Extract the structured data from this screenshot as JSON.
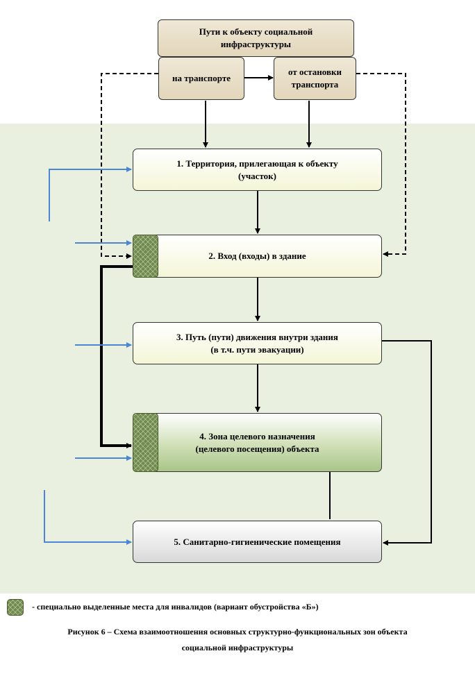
{
  "boxes": {
    "paths": "Пути к объекту социальной\nинфраструктуры",
    "by_transport": "на транспорте",
    "from_stop": "от остановки\nтранспорта",
    "zone1": "1. Территория,  прилегающая  к объекту\n(участок)",
    "zone2": "2. Вход (входы) в здание",
    "zone3": "3. Путь (пути)  движения  внутри  здания\n(в т.ч.  пути  эвакуации)",
    "zone4": "4. Зона целевого назначения\n(целевого посещения)  объекта",
    "zone5": "5. Санитарно-гигиенические  помещения"
  },
  "legend": {
    "text": "- специально выделенные места для инвалидов (вариант обустройства «Б»)"
  },
  "caption": "Рисунок 6 – Схема взаимоотношения основных структурно-функциональных зон объекта\nсоциальной инфраструктуры",
  "colors": {
    "panel": "#e9f0df",
    "blue_arrows": "#4a86d4",
    "hatch": "#6f8a4a"
  }
}
